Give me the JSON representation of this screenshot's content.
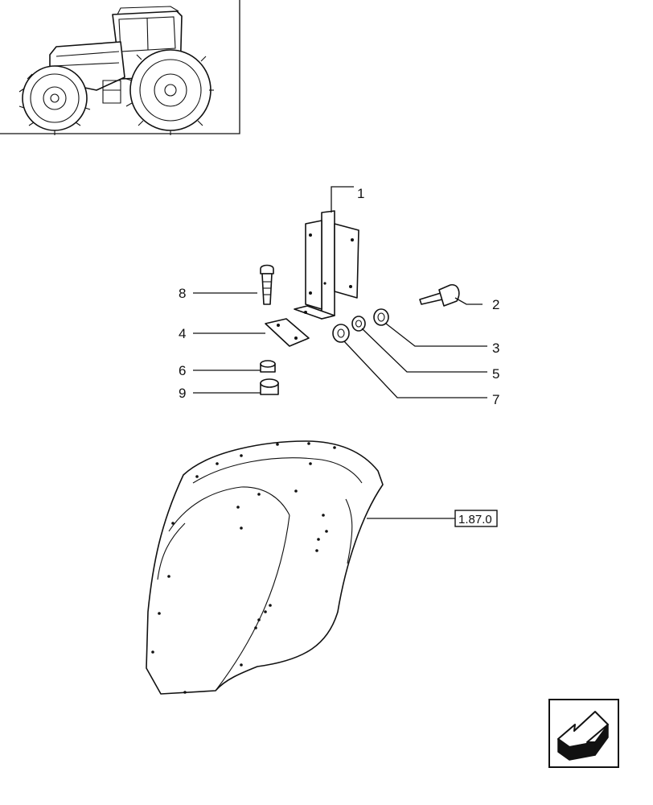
{
  "callouts": [
    {
      "id": "1",
      "label": "1"
    },
    {
      "id": "2",
      "label": "2"
    },
    {
      "id": "3",
      "label": "3"
    },
    {
      "id": "4",
      "label": "4"
    },
    {
      "id": "5",
      "label": "5"
    },
    {
      "id": "6",
      "label": "6"
    },
    {
      "id": "7",
      "label": "7"
    },
    {
      "id": "8",
      "label": "8"
    },
    {
      "id": "9",
      "label": "9"
    }
  ],
  "reference": {
    "label": "1.87.0"
  },
  "icons": {
    "thumbnail": "tractor-thumbnail-icon",
    "nav": "next-page-arrow-icon"
  }
}
